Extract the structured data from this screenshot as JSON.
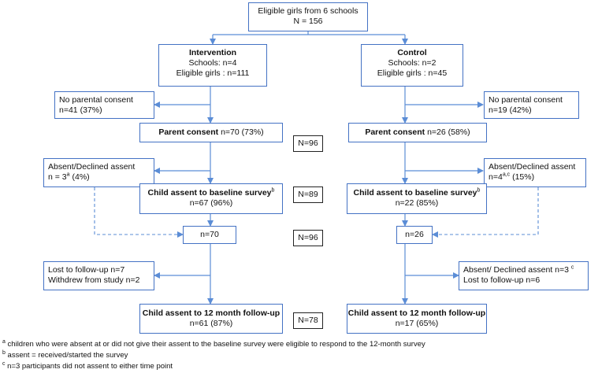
{
  "colors": {
    "box_border": "#4472c4",
    "arrow": "#5b8dd6",
    "total_border": "#222222"
  },
  "top": {
    "line1": "Eligible girls from 6 schools",
    "line2": "N = 156"
  },
  "intervention": {
    "header": {
      "title": "Intervention",
      "schools": "Schools: n=4",
      "eligible": "Eligible girls : n=111"
    },
    "no_consent": {
      "line1": "No parental consent",
      "line2": "n=41 (37%)"
    },
    "parent_consent": {
      "label": "Parent consent",
      "value": " n=70 (73%)"
    },
    "absent": {
      "line1": "Absent/Declined assent",
      "line2_pre": "n = 3",
      "sup": "a",
      "line2_post": " (4%)"
    },
    "child_assent": {
      "label": "Child assent to baseline survey",
      "sup": "b",
      "value": "n=67 (96%)"
    },
    "combined": "n=70",
    "lost": {
      "line1": "Lost to follow-up n=7",
      "line2": "Withdrew from study n=2"
    },
    "final": {
      "label": "Child assent to 12 month follow-up",
      "value": "n=61 (87%)"
    }
  },
  "control": {
    "header": {
      "title": "Control",
      "schools": "Schools: n=2",
      "eligible": "Eligible girls : n=45"
    },
    "no_consent": {
      "line1": "No parental consent",
      "line2": "n=19 (42%)"
    },
    "parent_consent": {
      "label": "Parent consent",
      "value": " n=26 (58%)"
    },
    "absent": {
      "line1": "Absent/Declined assent",
      "line2_pre": "n=4",
      "sup": "a,c",
      "line2_post": " (15%)"
    },
    "child_assent": {
      "label": "Child assent to baseline survey",
      "sup": "b",
      "value": "n=22 (85%)"
    },
    "combined": "n=26",
    "lost": {
      "line1_pre": "Absent/ Declined assent n=3 ",
      "line1_sup": "c",
      "line2": "Lost to follow-up n=6"
    },
    "final": {
      "label": "Child assent to 12 month follow-up",
      "value": "n=17 (65%)"
    }
  },
  "totals": {
    "consent": "N=96",
    "assent": "N=89",
    "combined": "N=96",
    "final": "N=78"
  },
  "footnotes": [
    {
      "mark": "a",
      "text": " children who were absent at or did not give their assent to the baseline survey were eligible to respond to the 12-month survey"
    },
    {
      "mark": "b",
      "text": " assent = received/started the survey"
    },
    {
      "mark": "c",
      "text": " n=3 participants did not assent to either time point"
    }
  ]
}
